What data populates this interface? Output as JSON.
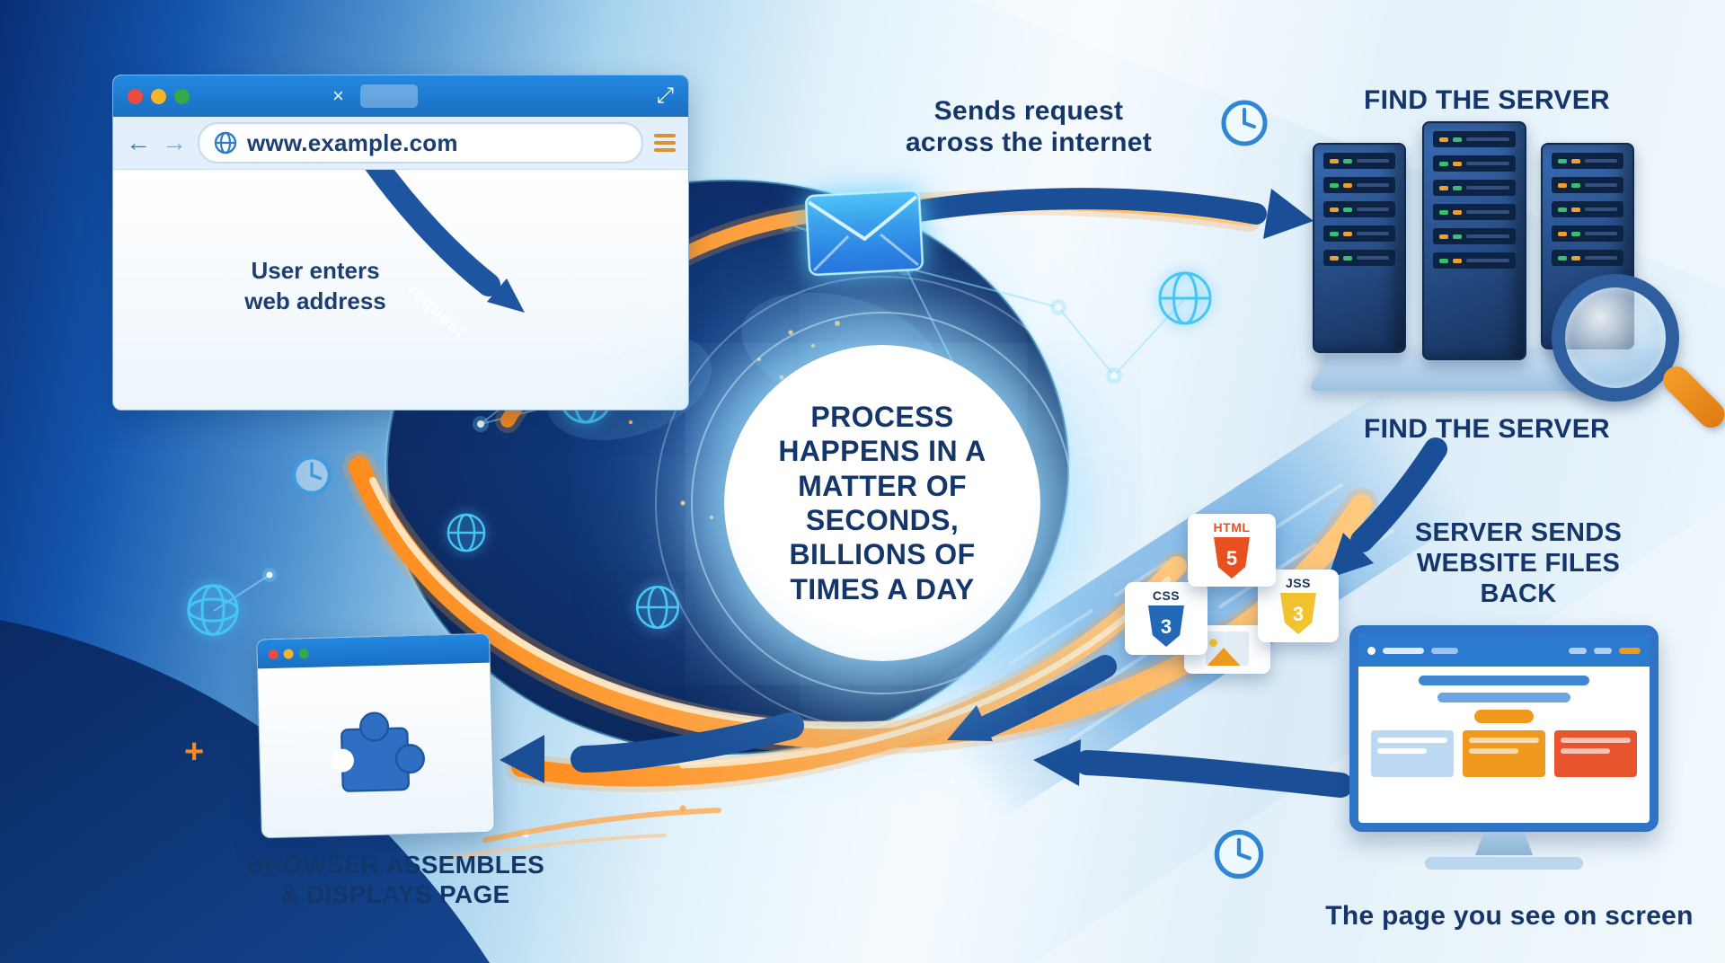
{
  "diagram": {
    "top_browser": {
      "url": "www.example.com",
      "request_label": "request",
      "caption": "User enters\nweb address"
    },
    "labels": {
      "sends_request": "Sends request\nacross the internet",
      "find_server_title": "FIND THE SERVER",
      "find_server_label": "FIND THE SERVER",
      "server_sends": "SERVER SENDS\nWEBSITE FILES\nBACK",
      "center_message": "PROCESS\nHAPPENS IN A\nMATTER OF\nSECONDS,\nBILLIONS OF\nTIMES A DAY",
      "browser_assembles": "BROWSER ASSEMBLES\n& DISPLAYS PAGE",
      "page_on_screen": "The page you see on screen"
    },
    "file_badges": {
      "html": {
        "label": "HTML",
        "number": "5"
      },
      "css": {
        "label": "CSS",
        "number": "3"
      },
      "js": {
        "label": "JSS",
        "number": "3"
      }
    },
    "colors": {
      "navy": "#16356e",
      "brand_blue": "#2a7ad0",
      "accent_orange": "#f08a24",
      "cyan_glow": "#45c6f4",
      "html_orange": "#e8511f",
      "css_blue": "#2368b6",
      "js_yellow": "#f2c230"
    }
  }
}
